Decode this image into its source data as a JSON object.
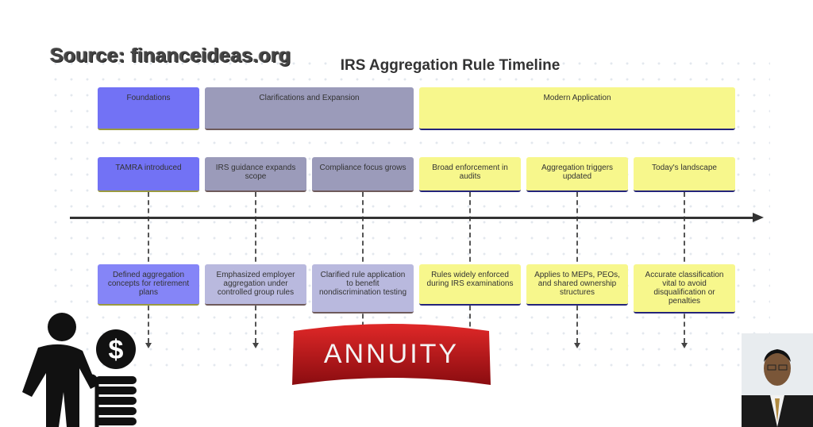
{
  "source": "Source: financeideas.org",
  "title": "IRS Aggregation Rule Timeline",
  "periods": [
    {
      "label": "Foundations",
      "color": "#7272f5",
      "border": "#9a9a40"
    },
    {
      "label": "Clarifications and Expansion",
      "color": "#9b9bba",
      "border": "#6e5a5a"
    },
    {
      "label": "Modern Application",
      "color": "#f7f78c",
      "border": "#24247a"
    }
  ],
  "events": [
    {
      "title": "TAMRA introduced",
      "detail": "Defined aggregation concepts for retirement plans",
      "period": 0
    },
    {
      "title": "IRS guidance expands scope",
      "detail": "Emphasized employer aggregation under controlled group rules",
      "period": 1
    },
    {
      "title": "Compliance focus grows",
      "detail": "Clarified rule application to benefit nondiscrimination testing",
      "period": 1
    },
    {
      "title": "Broad enforcement in audits",
      "detail": "Rules widely enforced during IRS examinations",
      "period": 2
    },
    {
      "title": "Aggregation triggers updated",
      "detail": "Applies to MEPs, PEOs, and shared ownership structures",
      "period": 2
    },
    {
      "title": "Today's landscape",
      "detail": "Accurate classification vital to avoid disqualification or penalties",
      "period": 2
    }
  ],
  "detail_colors": [
    "#8585f7",
    "#b9b9de",
    "#f7f78c"
  ],
  "banner_text": "ANNUITY",
  "coin_symbol": "$"
}
